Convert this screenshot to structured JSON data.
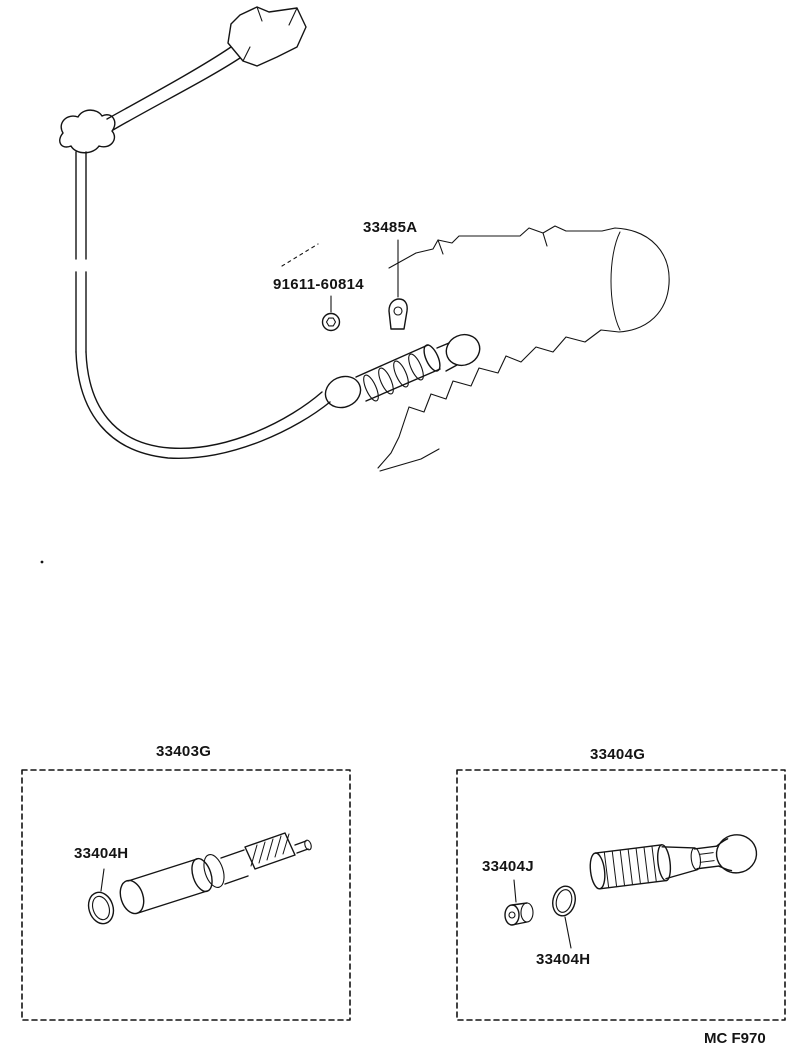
{
  "meta": {
    "background": "#ffffff",
    "ink": "#141414"
  },
  "diagram": {
    "top": {
      "labels": {
        "retainer_clip": "33485A",
        "bolt": "91611-60814"
      }
    },
    "kits": [
      {
        "title": "33403G",
        "parts": [
          {
            "label": "33404H"
          }
        ]
      },
      {
        "title": "33404G",
        "parts": [
          {
            "label": "33404J"
          },
          {
            "label": "33404H"
          }
        ]
      }
    ],
    "footer_code": "MC F970"
  }
}
